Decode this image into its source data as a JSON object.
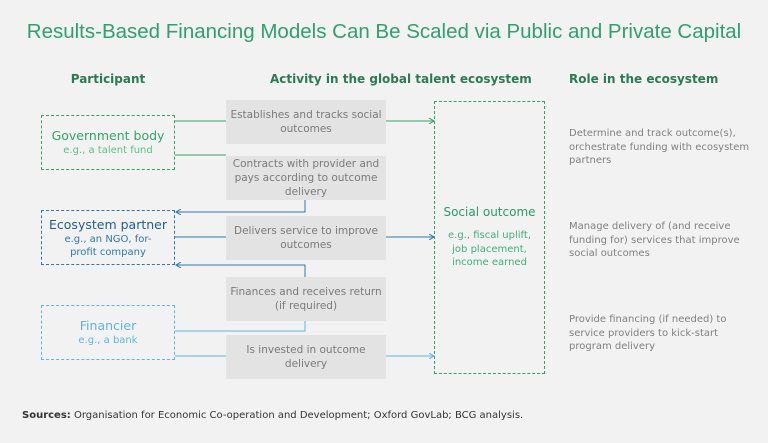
{
  "title": "Results-Based Financing Models Can Be Scaled via Public and Private Capital",
  "headers": {
    "participant": "Participant",
    "activity": "Activity in the global talent ecosystem",
    "role": "Role in the ecosystem"
  },
  "participants": [
    {
      "name": "Government body",
      "example": "e.g., a talent fund",
      "color": "#32a468"
    },
    {
      "name": "Ecosystem partner",
      "example": "e.g., an NGO, for-profit company",
      "color": "#2d78ad"
    },
    {
      "name": "Financier",
      "example": "e.g., a bank",
      "color": "#5bb6e2"
    }
  ],
  "activities": [
    "Establishes and tracks social outcomes",
    "Contracts with provider and pays according to outcome delivery",
    "Delivers service to improve outcomes",
    "Finances and receives return (if required)",
    "Is invested in outcome delivery"
  ],
  "outcome": {
    "title": "Social outcome",
    "examples": "e.g., fiscal uplift, job placement, income earned"
  },
  "roles": [
    "Determine and track outcome(s), orchestrate funding with ecosystem partners",
    "Manage delivery of (and receive funding for) services that improve social outcomes",
    "Provide financing (if needed) to service providers to kick-start program delivery"
  ],
  "sources": {
    "label": "Sources:",
    "text": " Organisation for Economic Co-operation and Development; Oxford GovLab; BCG analysis."
  }
}
